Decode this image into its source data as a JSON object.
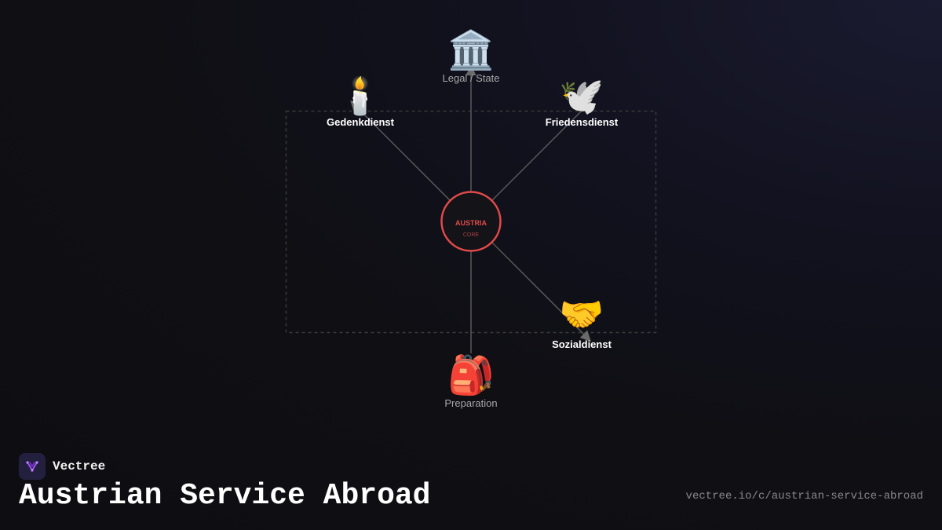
{
  "diagram": {
    "center": {
      "label": "AUSTRIA",
      "sublabel": "CORE",
      "color": "#e24a4a"
    },
    "nodes": {
      "legal": {
        "label": "Legal / State",
        "icon": "classical-building-icon"
      },
      "gedenk": {
        "label": "Gedenkdienst",
        "icon": "candle-icon"
      },
      "friedens": {
        "label": "Friedensdienst",
        "icon": "dove-icon"
      },
      "sozial": {
        "label": "Sozialdienst",
        "icon": "handshake-icon"
      },
      "prep": {
        "label": "Preparation",
        "icon": "backpack-icon"
      }
    }
  },
  "brand": {
    "name": "Vectree",
    "logo": "vectree-logo-icon"
  },
  "page": {
    "title": "Austrian Service Abroad",
    "url": "vectree.io/c/austrian-service-abroad"
  }
}
